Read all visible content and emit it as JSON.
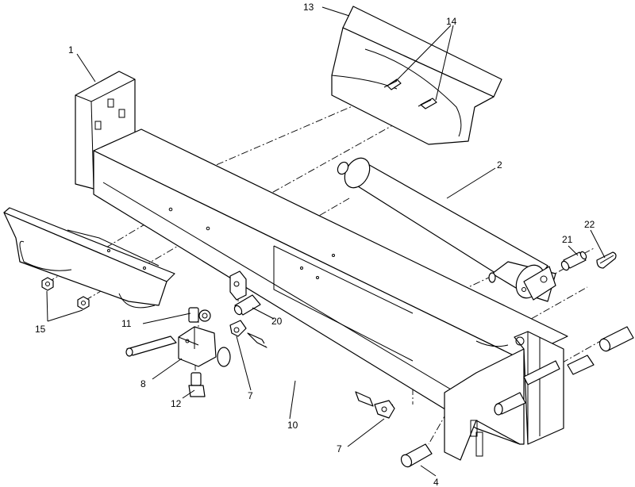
{
  "callouts": {
    "c1": "1",
    "c2": "2",
    "c4": "4",
    "c7a": "7",
    "c7b": "7",
    "c8": "8",
    "c10": "10",
    "c11": "11",
    "c12": "12",
    "c13": "13",
    "c14": "14",
    "c15": "15",
    "c20": "20",
    "c21": "21",
    "c22": "22"
  },
  "colors": {
    "line": "#000000",
    "background": "#ffffff"
  }
}
